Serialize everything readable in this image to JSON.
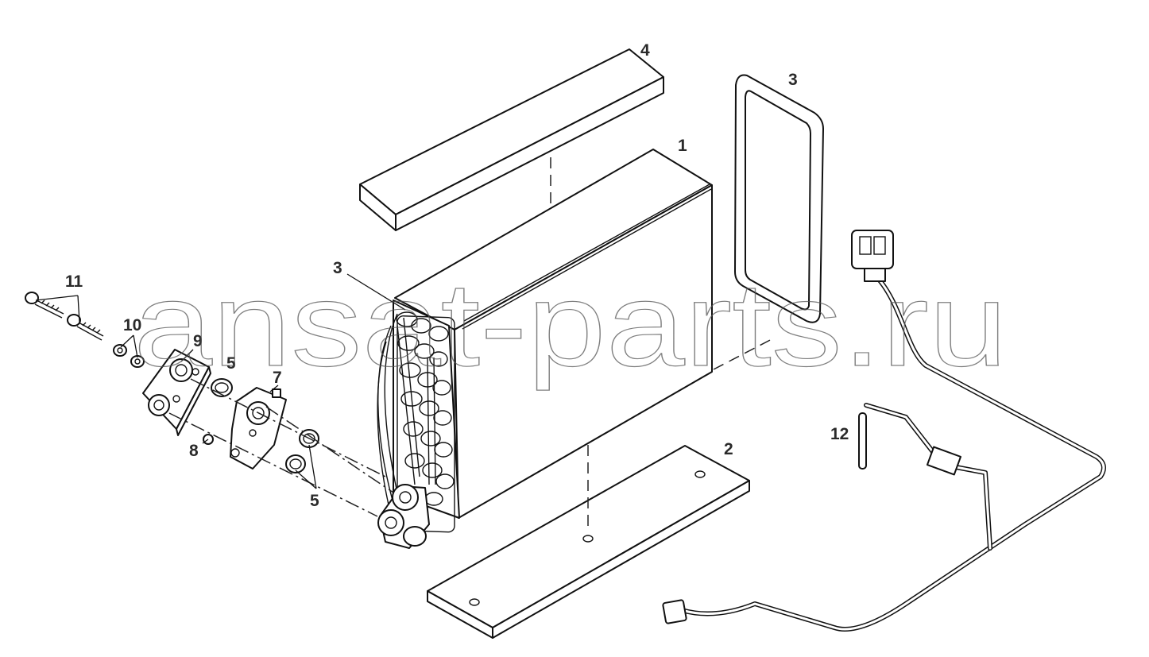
{
  "watermark": "ansat-parts.ru",
  "callouts": {
    "c1": "1",
    "c2": "2",
    "c3_right": "3",
    "c3_left": "3",
    "c4": "4",
    "c5_top": "5",
    "c5_bottom": "5",
    "c7": "7",
    "c8": "8",
    "c9": "9",
    "c10": "10",
    "c11": "11",
    "c12": "12"
  }
}
